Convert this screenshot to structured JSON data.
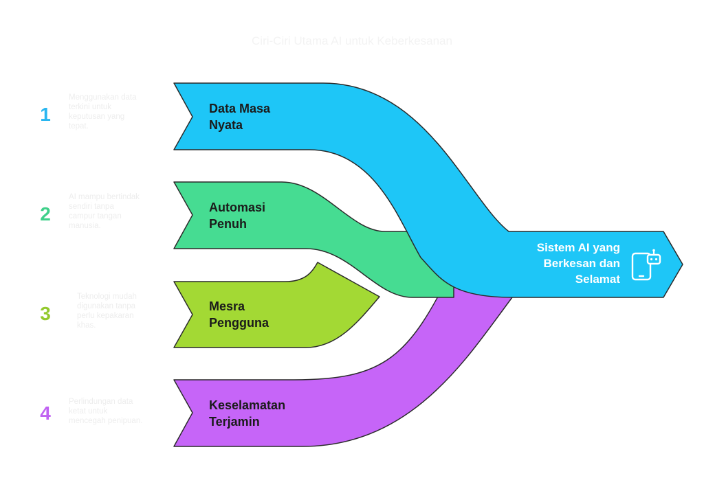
{
  "title": "Ciri-Ciri Utama AI untuk Keberkesanan",
  "steps": [
    {
      "number": "1",
      "label_line1": "Data Masa",
      "label_line2": "Nyata",
      "description": [
        "Menggunakan data",
        "terkini untuk",
        "keputusan yang",
        "tepat."
      ],
      "color": "#1ec6f7",
      "number_color": "#29b6f0"
    },
    {
      "number": "2",
      "label_line1": "Automasi",
      "label_line2": "Penuh",
      "description": [
        "AI mampu bertindak",
        "sendiri tanpa",
        "campur tangan",
        "manusia."
      ],
      "color": "#46dc92",
      "number_color": "#3fd08a"
    },
    {
      "number": "3",
      "label_line1": "Mesra",
      "label_line2": "Pengguna",
      "description": [
        "Teknologi mudah",
        "digunakan tanpa",
        "perlu kepakaran",
        "khas."
      ],
      "color": "#a3d934",
      "number_color": "#93c92d"
    },
    {
      "number": "4",
      "label_line1": "Keselamatan",
      "label_line2": "Terjamin",
      "description": [
        "Perlindungan data",
        "ketat untuk",
        "mencegah penipuan."
      ],
      "color": "#c665f8",
      "number_color": "#c062f2"
    }
  ],
  "result": {
    "line1": "Sistem AI yang",
    "line2": "Berkesan dan",
    "line3": "Selamat",
    "icon": "robot-device-icon"
  }
}
